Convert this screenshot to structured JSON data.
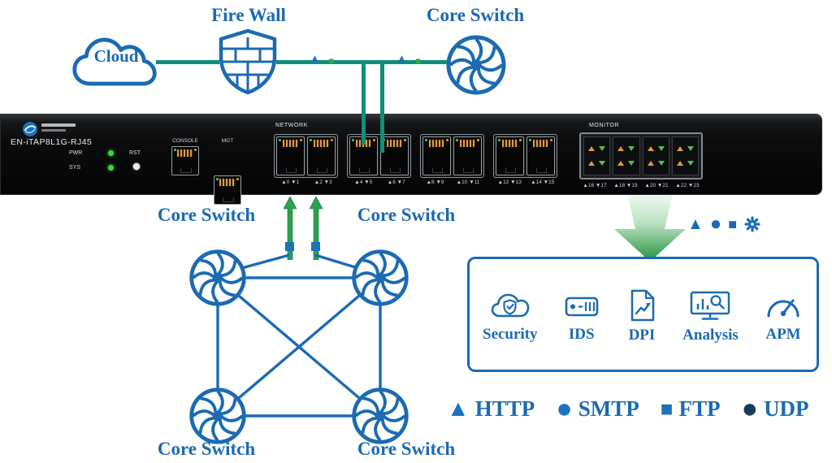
{
  "colors": {
    "diagram_blue": "#1b6ab3",
    "line_teal": "#0e8f7a",
    "marker_green": "#2fa84e",
    "arrow_green": "#2ca14f",
    "big_arrow_green": "#23913f",
    "led_green": "#3ed43e",
    "port_pin_orange": "#e09a3e",
    "udp_navy": "#1a3a5c",
    "device_black": "#0b0c0d"
  },
  "top": {
    "cloud_label": "Cloud",
    "firewall_label": "Fire Wall",
    "core_switch_label": "Core Switch"
  },
  "line_markers": {
    "triangle": "▲",
    "square": "■"
  },
  "device": {
    "model": "EN-iTAP8L1G-RJ45",
    "pwr_label": "PWR",
    "sys_label": "SYS",
    "rst_label": "RST",
    "console_label": "CONSOLE",
    "mgt_label": "MGT",
    "network_label": "NETWORK",
    "monitor_label": "MONITOR",
    "network_port_labels": [
      "▲0 ▼1",
      "▲2 ▼3",
      "▲4 ▼5",
      "▲6 ▼7",
      "▲8 ▼9",
      "▲10 ▼11",
      "▲12 ▼13",
      "▲14 ▼15"
    ],
    "monitor_port_labels": [
      "▲16 ▼17",
      "▲18 ▼19",
      "▲20 ▼21",
      "▲22 ▼23"
    ]
  },
  "mesh": {
    "labels": [
      "Core Switch",
      "Core Switch",
      "Core Switch",
      "Core Switch"
    ]
  },
  "flow_symbols": {
    "triangle": "▲",
    "circle": "●",
    "square": "■",
    "flower": "flower-icon"
  },
  "monitor_box": {
    "items": [
      {
        "icon": "cloud-shield-icon",
        "label": "Security"
      },
      {
        "icon": "ids-appliance-icon",
        "label": "IDS"
      },
      {
        "icon": "document-inspection-icon",
        "label": "DPI"
      },
      {
        "icon": "analysis-screen-icon",
        "label": "Analysis"
      },
      {
        "icon": "gauge-icon",
        "label": "APM"
      }
    ]
  },
  "legend": {
    "items": [
      {
        "symbol": "▲",
        "label": "HTTP",
        "color": "#1b72bd"
      },
      {
        "symbol": "●",
        "label": "SMTP",
        "color": "#1b72bd"
      },
      {
        "symbol": "■",
        "label": "FTP",
        "color": "#2e6fae"
      },
      {
        "symbol": "●",
        "label": "UDP",
        "color": "#1a3a5c"
      }
    ]
  }
}
